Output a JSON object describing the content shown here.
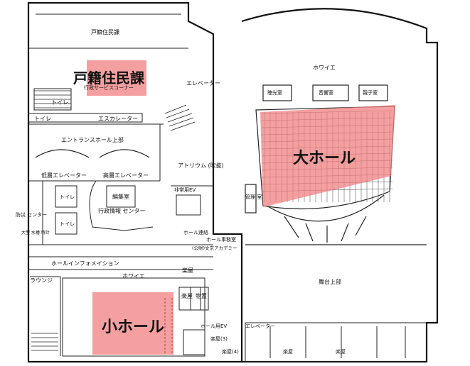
{
  "highlights": {
    "koseki_label": "戸籍住民課",
    "daihall_label": "大ホール",
    "shohall_label": "小ホール",
    "color": "#f08080"
  },
  "labels": {
    "koseki_top": "戸籍住民課",
    "gyosei_service": "行政サービスコーナー",
    "elevator_top": "エレベーター",
    "toilet_1": "トイレ",
    "toilet_2": "トイレ",
    "escalator": "エスカレーター",
    "entrance_hall": "エントランスホール上部",
    "low_elevator": "低層エレベーター",
    "high_elevator": "高層エレベーター",
    "atrium": "アトリウム\n(吹抜)",
    "henshu": "編集室",
    "hijo_ev": "非常用EV",
    "gyosei_joho": "行政情報\nセンター",
    "toilet_3": "トイレ",
    "toilet_4": "トイレ",
    "bousai": "防災\nセンター",
    "taikasui": "大型\n水槽\n時計",
    "hall_renraku": "ホール連絡",
    "hall_jimu": "ホール事務室",
    "academy": "(公財)文京アカデミー",
    "hall_info": "ホールインフォメイション",
    "lounge": "ラウンジ",
    "foyer_small": "ホワイエ",
    "gakuya_1": "楽屋",
    "gakuya_2": "楽屋",
    "souko": "物置",
    "hall_ev": "ホール用EV",
    "elevator_bottom": "エレベーター",
    "gakuya_3": "楽屋(3)",
    "gakuya_4": "楽屋(4)",
    "gakuya_5": "楽屋",
    "gakuya_6": "楽屋",
    "foyer_big": "ホワイエ",
    "choukou": "聴光室",
    "onkyo": "音響室",
    "oyako": "親子室",
    "butai_jobu": "舞台上部",
    "kanri": "管理\n室"
  }
}
